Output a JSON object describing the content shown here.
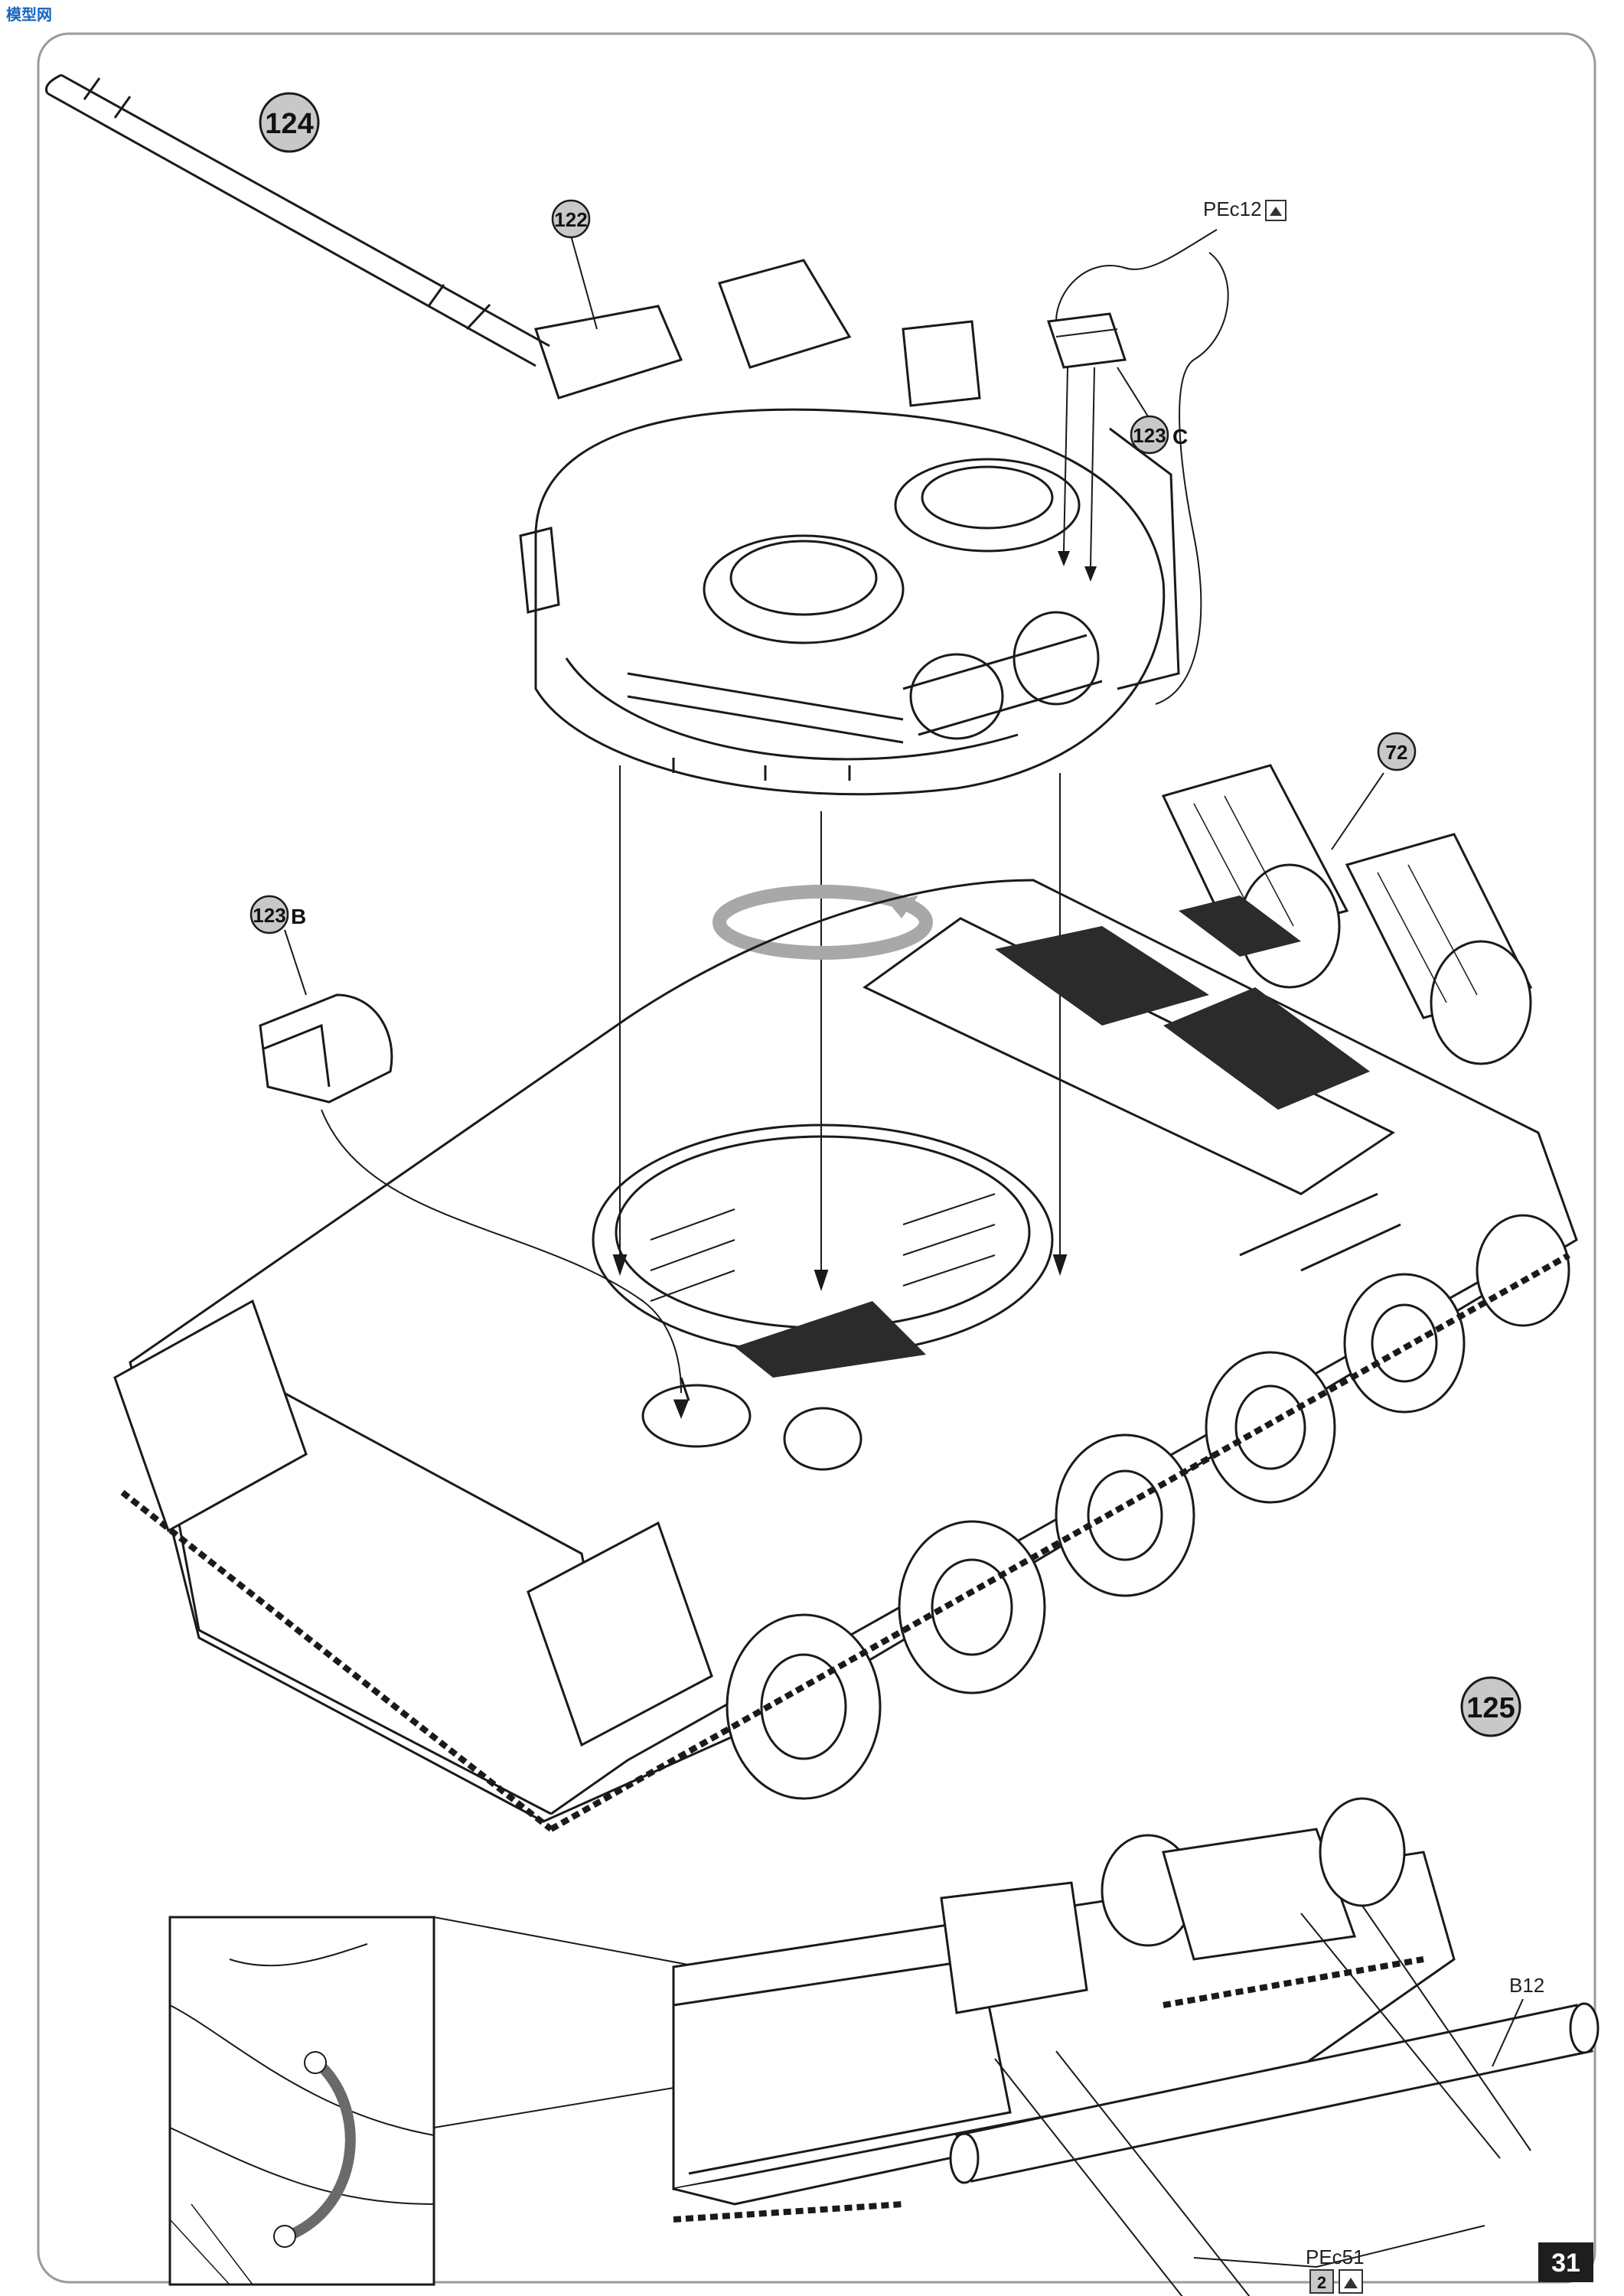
{
  "watermark": {
    "text": "模型网"
  },
  "steps": [
    {
      "number": "124"
    },
    {
      "number": "125"
    }
  ],
  "callouts": {
    "c122": {
      "number": "122"
    },
    "c123b": {
      "number": "123",
      "letter": "B"
    },
    "c123c": {
      "number": "123",
      "letter": "C"
    },
    "c72": {
      "number": "72"
    }
  },
  "part_labels": {
    "pec12": "PEc12",
    "b12": "B12",
    "pec51": "PEc51"
  },
  "icons": {
    "photo_etch_a": "bend-up-icon",
    "photo_etch_b": "number-2-icon"
  },
  "icon_texts": {
    "two": "2"
  },
  "page_number": "31",
  "colors": {
    "line": "#1a1a1a",
    "badge_fill": "#c8c8c8",
    "dark_panel": "#2b2b2b",
    "ring": "#a8a8a8",
    "page_bg": "#ffffff",
    "page_number_bg": "#1e1e1e"
  }
}
